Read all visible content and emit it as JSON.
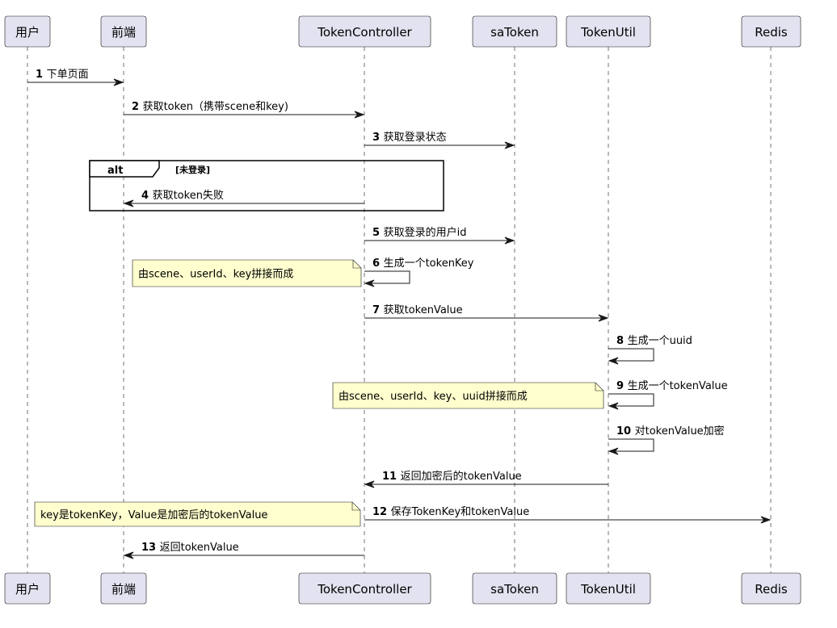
{
  "participants": [
    {
      "id": "user",
      "label": "用户"
    },
    {
      "id": "frontend",
      "label": "前端"
    },
    {
      "id": "tokenController",
      "label": "TokenController"
    },
    {
      "id": "saToken",
      "label": "saToken"
    },
    {
      "id": "tokenUtil",
      "label": "TokenUtil"
    },
    {
      "id": "redis",
      "label": "Redis"
    }
  ],
  "messages": [
    {
      "num": "1",
      "label": "下单页面",
      "from": "user",
      "to": "frontend"
    },
    {
      "num": "2",
      "label": "获取token（携带scene和key)",
      "from": "frontend",
      "to": "tokenController"
    },
    {
      "num": "3",
      "label": "获取登录状态",
      "from": "tokenController",
      "to": "saToken"
    },
    {
      "num": "4",
      "label": "获取token失败",
      "from": "tokenController",
      "to": "frontend"
    },
    {
      "num": "5",
      "label": "获取登录的用户id",
      "from": "tokenController",
      "to": "saToken"
    },
    {
      "num": "6",
      "label": "生成一个tokenKey",
      "from": "tokenController",
      "to": "tokenController"
    },
    {
      "num": "7",
      "label": "获取tokenValue",
      "from": "tokenController",
      "to": "tokenUtil"
    },
    {
      "num": "8",
      "label": "生成一个uuid",
      "from": "tokenUtil",
      "to": "tokenUtil"
    },
    {
      "num": "9",
      "label": "生成一个tokenValue",
      "from": "tokenUtil",
      "to": "tokenUtil"
    },
    {
      "num": "10",
      "label": "对tokenValue加密",
      "from": "tokenUtil",
      "to": "tokenUtil"
    },
    {
      "num": "11",
      "label": "返回加密后的tokenValue",
      "from": "tokenUtil",
      "to": "tokenController"
    },
    {
      "num": "12",
      "label": "保存TokenKey和tokenValue",
      "from": "tokenController",
      "to": "redis"
    },
    {
      "num": "13",
      "label": "返回tokenValue",
      "from": "tokenController",
      "to": "frontend"
    }
  ],
  "notes": [
    {
      "text": "由scene、userId、key拼接而成",
      "attached_to": "6"
    },
    {
      "text": "由scene、userId、key、uuid拼接而成",
      "attached_to": "9"
    },
    {
      "text": "key是tokenKey，Value是加密后的tokenValue",
      "attached_to": "12"
    }
  ],
  "alt_fragment": {
    "keyword": "alt",
    "condition": "[未登录]"
  },
  "colors": {
    "participant_fill": "#e2e2f0",
    "note_fill": "#fefece",
    "line": "#181818"
  }
}
